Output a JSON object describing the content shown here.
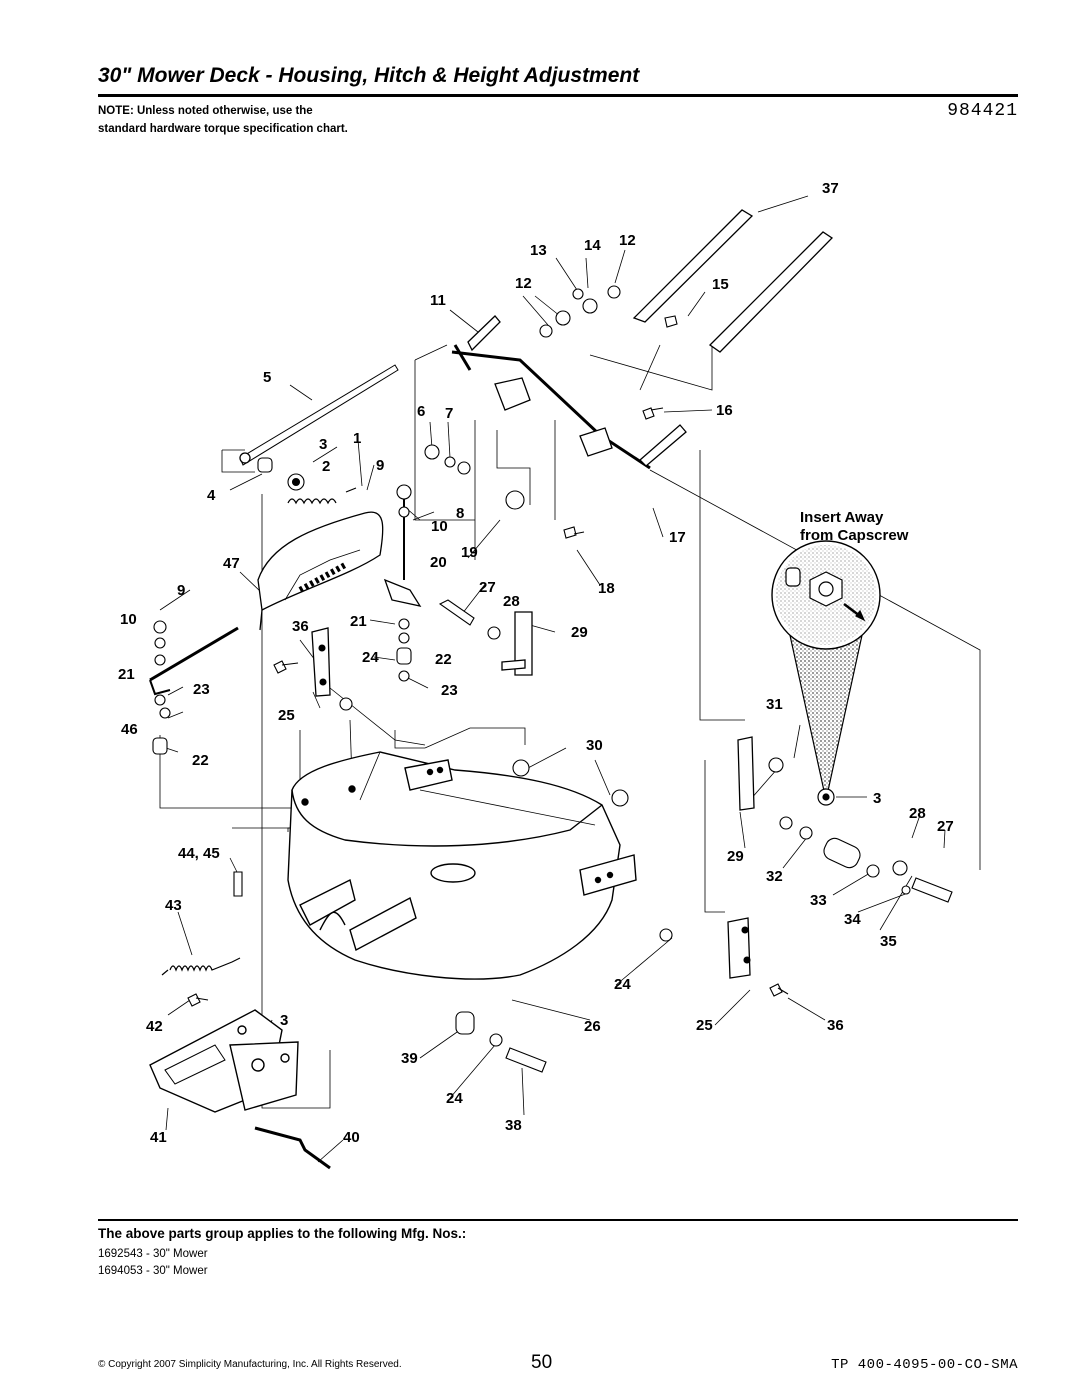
{
  "title": "30\" Mower Deck - Housing, Hitch & Height Adjustment",
  "diagram_number": "984421",
  "note": "NOTE: Unless noted otherwise, use the standard hardware torque specification chart.",
  "insert_callout": [
    "Insert Away",
    "from Capscrew"
  ],
  "callouts": {
    "c37": "37",
    "c13": "13",
    "c14": "14",
    "c12a": "12",
    "c12b": "12",
    "c15": "15",
    "c11": "11",
    "c5": "5",
    "c6": "6",
    "c7": "7",
    "c16": "16",
    "c3a": "3",
    "c1": "1",
    "c2": "2",
    "c9a": "9",
    "c4": "4",
    "c10a": "10",
    "c8": "8",
    "c47": "47",
    "c20": "20",
    "c19": "19",
    "c17": "17",
    "c9b": "9",
    "c27a": "27",
    "c28a": "28",
    "c18": "18",
    "c10b": "10",
    "c36a": "36",
    "c21a": "21",
    "c29a": "29",
    "c24a": "24",
    "c22a": "22",
    "c21b": "21",
    "c23a": "23",
    "c23b": "23",
    "c25a": "25",
    "c46": "46",
    "c31": "31",
    "c22b": "22",
    "c30": "30",
    "c3b": "3",
    "c28b": "28",
    "c27b": "27",
    "c4445": "44, 45",
    "c29b": "29",
    "c32": "32",
    "c43": "43",
    "c33": "33",
    "c34": "34",
    "c35": "35",
    "c24b": "24",
    "c42": "42",
    "c3c": "3",
    "c26": "26",
    "c25b": "25",
    "c36b": "36",
    "c39": "39",
    "c24c": "24",
    "c41": "41",
    "c40": "40",
    "c38": "38"
  },
  "applies_heading": "The above parts group applies to the following Mfg. Nos.:",
  "mfg_numbers": [
    "1692543 - 30\" Mower",
    "1694053 - 30\" Mower"
  ],
  "footer": {
    "copyright": "© Copyright 2007 Simplicity Manufacturing, Inc. All Rights Reserved.",
    "page": "50",
    "code": "TP 400-4095-00-CO-SMA"
  }
}
